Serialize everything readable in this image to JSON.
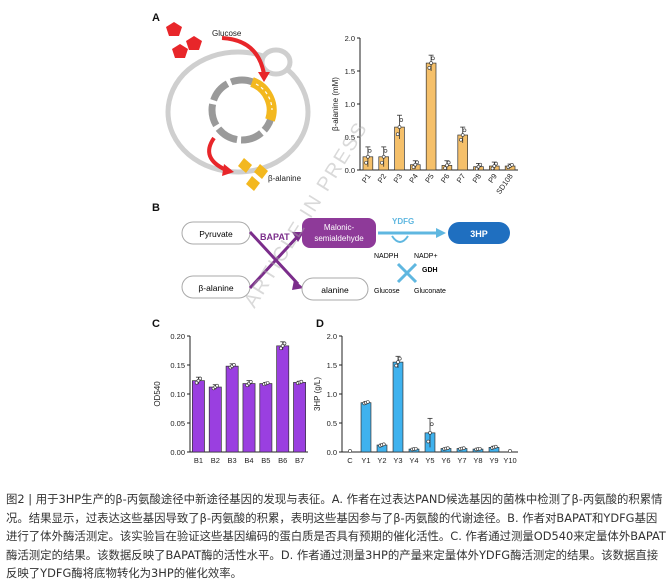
{
  "figure": {
    "panels": {
      "a": "A",
      "b": "B",
      "c": "C",
      "d": "D"
    },
    "watermark": "ARTICLE IN PRESS",
    "caption": "图2 | 用于3HP生产的β-丙氨酸途径中新途径基因的发现与表征。A. 作者在过表达PAND候选基因的菌株中检测了β-丙氨酸的积累情况。结果显示，过表达这些基因导致了β-丙氨酸的积累，表明这些基因参与了β-丙氨酸的代谢途径。B. 作者对BAPAT和YDFG基因进行了体外酶活测定。该实验旨在验证这些基因编码的蛋白质是否具有预期的催化活性。C. 作者通过测量OD540来定量体外BAPAT酶活测定的结果。该数据反映了BAPAT酶的活性水平。D. 作者通过测量3HP的产量来定量体外YDFG酶活测定的结果。该数据直接反映了YDFG酶将底物转化为3HP的催化效率。"
  },
  "panel_a": {
    "glucose_label": "Glucose",
    "beta_alanine_label": "β-alanine",
    "colors": {
      "glucose": "#e8262a",
      "beta_alanine": "#f3b81f",
      "arrow": "#e8262a",
      "cell": "#cfcfcf"
    }
  },
  "panel_b": {
    "pyruvate": "Pyruvate",
    "beta_alanine": "β-alanine",
    "bapat": "BAPAT",
    "malonic": "Malonic-\nsemialdehyde",
    "alanine": "alanine",
    "ydfg": "YDFG",
    "product": "3HP",
    "nadph": "NADPH",
    "nadp": "NADP+",
    "gdh": "GDH",
    "glucose": "Glucose",
    "gluconate": "Gluconate",
    "colors": {
      "purple": "#7b2d8b",
      "malonic_box": "#8e3a99",
      "blue": "#1f6fc0",
      "cyan": "#5fb7e0"
    }
  },
  "chart_data": [
    {
      "id": "A",
      "type": "bar",
      "ylabel": "β-alanine (mM)",
      "ylim": [
        0,
        2.0
      ],
      "yticks": [
        "0.0",
        "0.5",
        "1.0",
        "1.5",
        "2.0"
      ],
      "categories": [
        "P1",
        "P2",
        "P3",
        "P4",
        "P5",
        "P6",
        "P7",
        "P8",
        "P9",
        "SD108"
      ],
      "values": [
        0.2,
        0.2,
        0.65,
        0.08,
        1.62,
        0.07,
        0.53,
        0.05,
        0.06,
        0.06
      ],
      "errors": [
        0.15,
        0.15,
        0.18,
        0.06,
        0.12,
        0.07,
        0.12,
        0.05,
        0.06,
        0.03
      ],
      "color": "#f5c06a"
    },
    {
      "id": "C",
      "type": "bar",
      "ylabel": "OD540",
      "ylim": [
        0,
        0.2
      ],
      "yticks": [
        "0.00",
        "0.05",
        "0.10",
        "0.15",
        "0.20"
      ],
      "categories": [
        "B1",
        "B2",
        "B3",
        "B4",
        "B5",
        "B6",
        "B7"
      ],
      "values": [
        0.123,
        0.112,
        0.148,
        0.118,
        0.118,
        0.183,
        0.12
      ],
      "errors": [
        0.006,
        0.004,
        0.004,
        0.005,
        0.002,
        0.007,
        0.002
      ],
      "color": "#9a3fe0"
    },
    {
      "id": "D",
      "type": "bar",
      "ylabel": "3HP (g/L)",
      "ylim": [
        0,
        2.0
      ],
      "yticks": [
        "0.0",
        "0.5",
        "1.0",
        "1.5",
        "2.0"
      ],
      "categories": [
        "C",
        "Y1",
        "Y2",
        "Y3",
        "Y4",
        "Y5",
        "Y6",
        "Y7",
        "Y8",
        "Y9",
        "Y10"
      ],
      "values": [
        0.0,
        0.85,
        0.12,
        1.55,
        0.05,
        0.33,
        0.06,
        0.06,
        0.05,
        0.08,
        0.0
      ],
      "errors": [
        0.0,
        0.02,
        0.02,
        0.1,
        0.01,
        0.25,
        0.01,
        0.01,
        0.01,
        0.02,
        0.0
      ],
      "color": "#3fb2ee"
    }
  ]
}
